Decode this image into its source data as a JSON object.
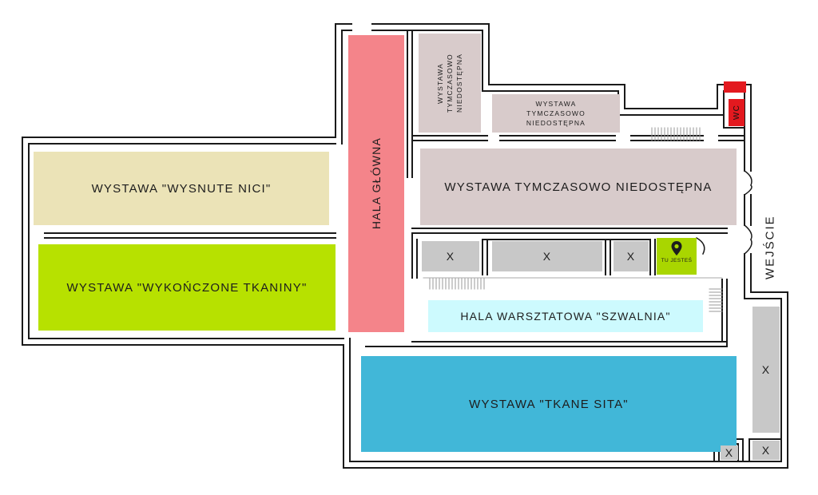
{
  "colors": {
    "wall": "#1a1a1a",
    "wysnute_nici": "#ebe3b7",
    "wykonczone_tkaniny": "#b7e100",
    "hala_glowna": "#f4848a",
    "tymczasowa": "#d8cbcb",
    "closed": "#c8c8c8",
    "warsztatowa": "#cdfafe",
    "tkane_sita": "#41b7d8",
    "wc": "#e3191f",
    "you_are_here": "#a9d600"
  },
  "rooms": {
    "wysnute_nici": "WYSTAWA \"WYSNUTE NICI\"",
    "wykonczone_tkaniny": "WYSTAWA \"WYKOŃCZONE TKANINY\"",
    "hala_glowna": "HALA GŁÓWNA",
    "tymczasowa_small_1": "WYSTAWA TYMCZASOWO NIEDOSTĘPNA",
    "tymczasowa_small_2": "WYSTAWA TYMCZASOWO NIEDOSTĘPNA",
    "tymczasowa_large": "WYSTAWA TYMCZASOWO NIEDOSTĘPNA",
    "warsztatowa": "HALA WARSZTATOWA \"SZWALNIA\"",
    "tkane_sita": "WYSTAWA \"TKANE SITA\"",
    "wc": "WC"
  },
  "closed_marks": [
    "X",
    "X",
    "X",
    "X",
    "X",
    "X"
  ],
  "you_are_here": {
    "label": "TU JESTEŚ",
    "icon": "location-pin-icon"
  },
  "entrance": "WEJŚCIE"
}
